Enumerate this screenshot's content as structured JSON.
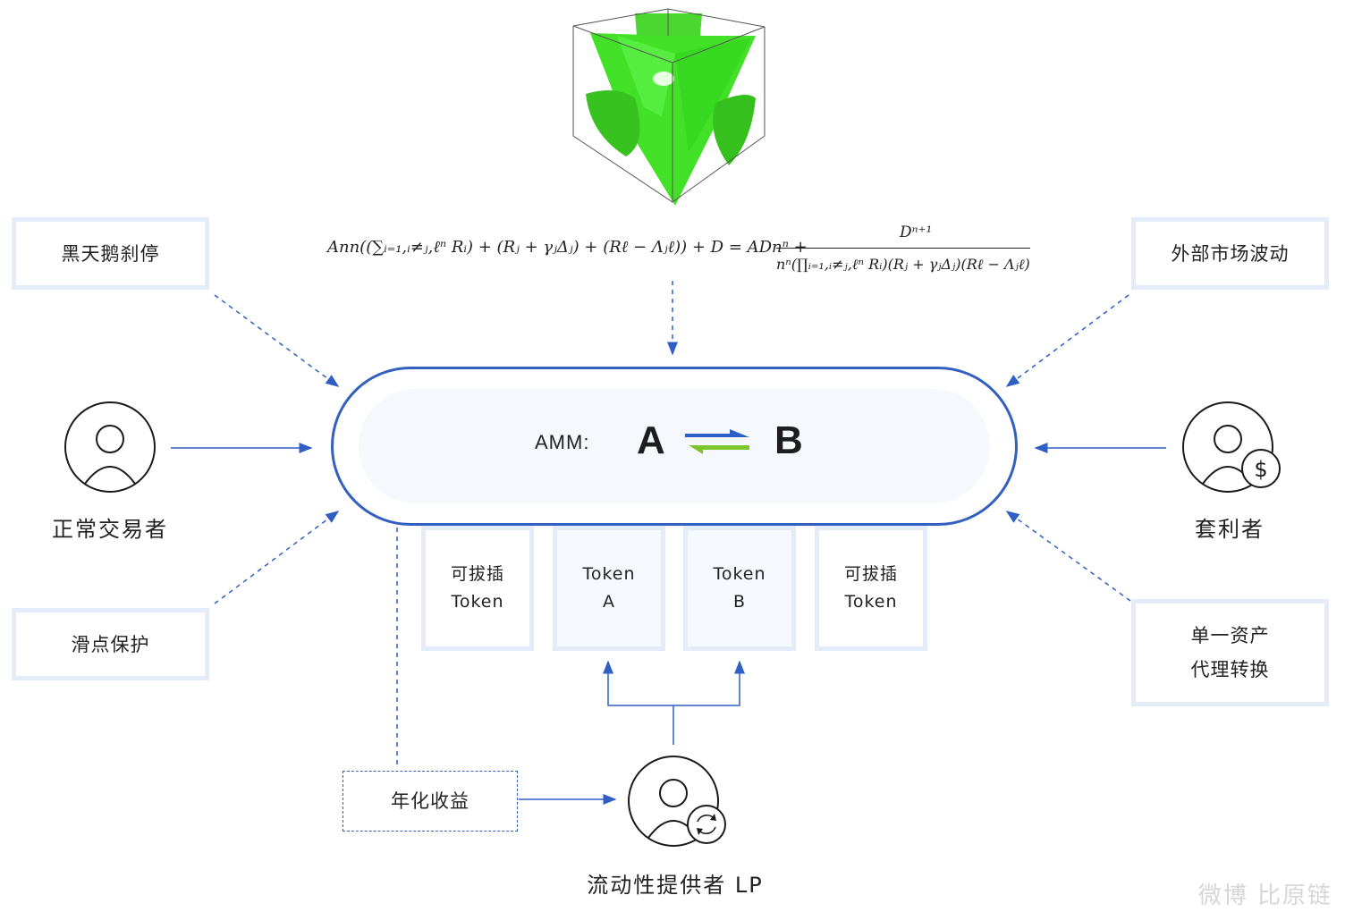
{
  "colors": {
    "arrow_blue": "#2f5fc4",
    "box_border": "#e3ecf8",
    "amm_border": "#3360bf",
    "amm_fill": "#f5f9fe",
    "swap_green": "#7cc52a",
    "cube_green": "#3ee021"
  },
  "cube_image": {
    "icon": "green-3d-surface-cube"
  },
  "formula": {
    "lhs": "Ann((∑ᵢ₌₁,ᵢ≠ⱼ,ℓⁿ Rᵢ) + (Rⱼ + γⱼΔⱼ) + (Rℓ − Λⱼℓ)) + D = ADnⁿ +",
    "numerator": "Dⁿ⁺¹",
    "denominator": "nⁿ(∏ᵢ₌₁,ᵢ≠ⱼ,ℓⁿ Rᵢ)(Rⱼ + γⱼΔⱼ)(Rℓ − Λⱼℓ)"
  },
  "factors": {
    "black_swan": "黑天鹅刹停",
    "slippage": "滑点保护",
    "external_market": "外部市场波动",
    "single_asset_line1": "单一资产",
    "single_asset_line2": "代理转换",
    "annual_yield": "年化收益"
  },
  "actors": {
    "normal_trader": {
      "label": "正常交易者",
      "icon": "user-icon"
    },
    "arbitrageur": {
      "label": "套利者",
      "icon": "user-dollar-icon"
    },
    "lp": {
      "label": "流动性提供者 LP",
      "icon": "user-refresh-icon"
    }
  },
  "amm": {
    "label": "AMM:",
    "token_a": "A",
    "token_b": "B",
    "swap_icon": "swap-arrows-icon"
  },
  "tokens": [
    {
      "line1": "可拔插",
      "line2": "Token"
    },
    {
      "line1": "Token",
      "line2": "A"
    },
    {
      "line1": "Token",
      "line2": "B"
    },
    {
      "line1": "可拔插",
      "line2": "Token"
    }
  ],
  "watermark": "微博 比原链"
}
